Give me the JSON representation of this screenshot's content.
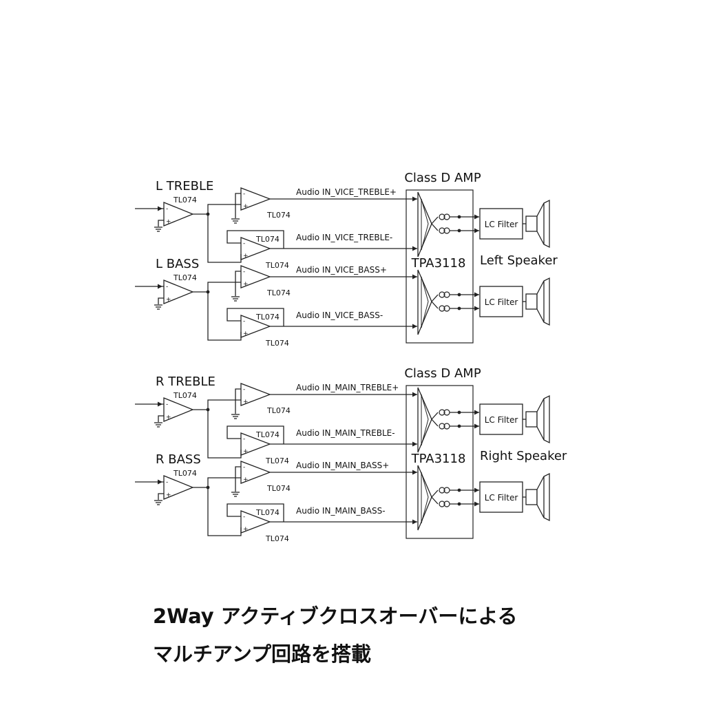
{
  "diagram": {
    "amp_title": "Class D AMP",
    "amp_chip": "TPA3118",
    "opamp_label": "TL074",
    "lc_filter_label": "LC Filter",
    "sections": [
      {
        "speaker": "Left Speaker",
        "channels": [
          {
            "name": "L TREBLE",
            "plus_signal": "Audio IN_VICE_TREBLE+",
            "minus_signal": "Audio IN_VICE_TREBLE-"
          },
          {
            "name": "L BASS",
            "plus_signal": "Audio IN_VICE_BASS+",
            "minus_signal": "Audio IN_VICE_BASS-"
          }
        ]
      },
      {
        "speaker": "Right Speaker",
        "channels": [
          {
            "name": "R TREBLE",
            "plus_signal": "Audio IN_MAIN_TREBLE+",
            "minus_signal": "Audio IN_MAIN_TREBLE-"
          },
          {
            "name": "R BASS",
            "plus_signal": "Audio IN_MAIN_BASS+",
            "minus_signal": "Audio IN_MAIN_BASS-"
          }
        ]
      }
    ]
  },
  "caption": {
    "line1": "2Way アクティブクロスオーバーによる",
    "line2": "マルチアンプ回路を搭載"
  },
  "colors": {
    "line": "#222222",
    "background": "#ffffff"
  }
}
